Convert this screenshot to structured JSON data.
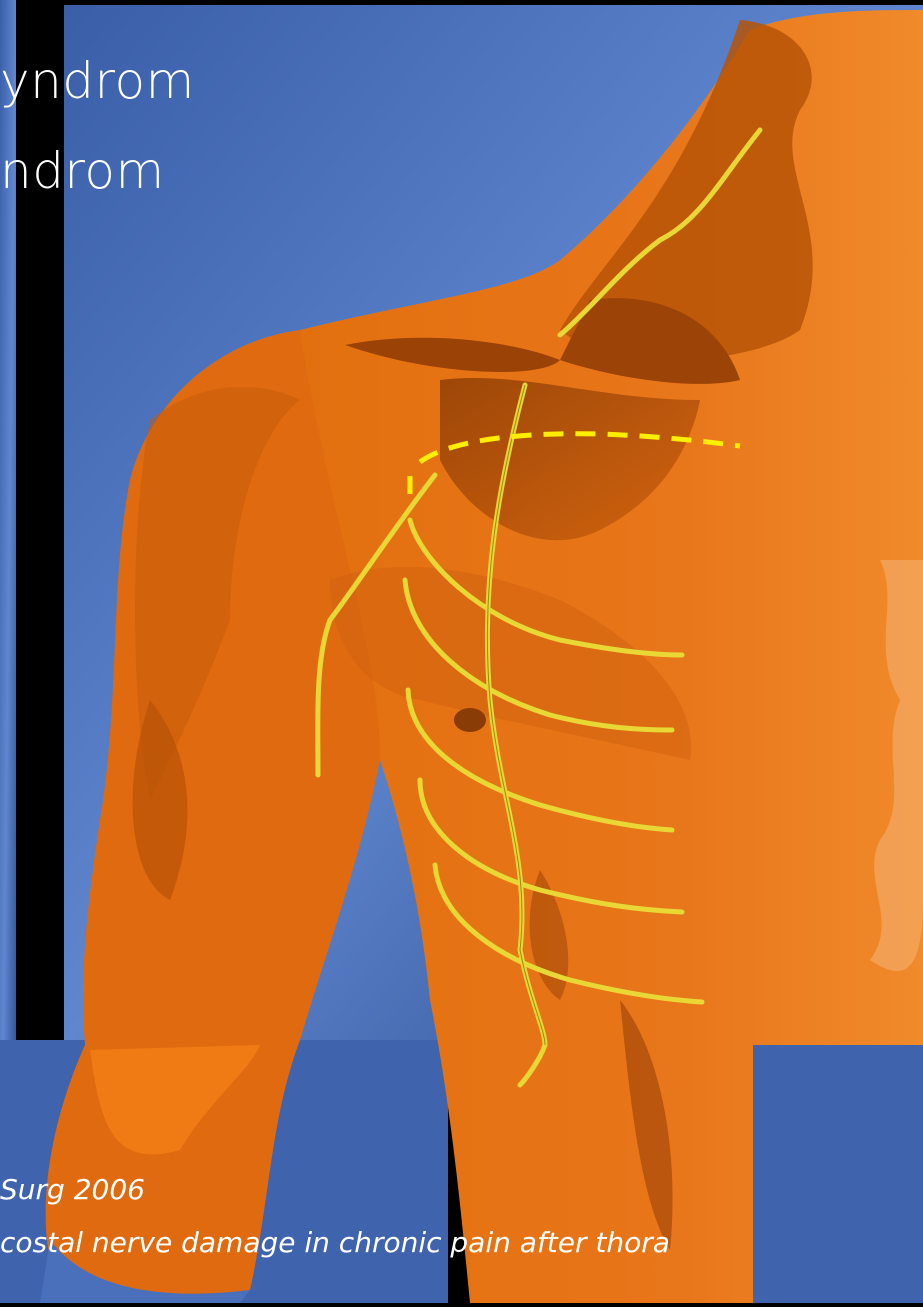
{
  "slide": {
    "title_lines": [
      "yndrom",
      "ndrom"
    ],
    "reference_lines": [
      "Surg 2006",
      "costal nerve damage in chronic pain after thora"
    ]
  },
  "colors": {
    "background_blue_light": "#5f86cf",
    "background_blue_dark": "#2b4a8c",
    "skin_orange": "#e06a10",
    "skin_dark": "#8e3a05",
    "nerve_yellow": "#e8d735",
    "incision_yellow": "#ffee00",
    "text": "#ffffff"
  },
  "illustration": {
    "subject": "torso and arm with intercostal nerves",
    "incision_line": "dashed"
  }
}
